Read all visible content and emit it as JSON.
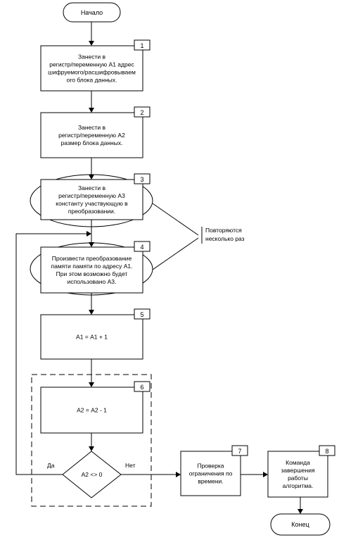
{
  "start_label": "Начало",
  "end_label": "Конец",
  "steps": [
    {
      "num": "1",
      "lines": [
        "Занести  в",
        "регистр/переменную  А1 адрес",
        "шифруемого/расшифровываем",
        "ого блока данных."
      ]
    },
    {
      "num": "2",
      "lines": [
        "Занести  в",
        "регистр/переменную  А2",
        "размер  блока данных."
      ]
    },
    {
      "num": "3",
      "lines": [
        "Занести  в",
        "регистр/переменную  А3",
        "константу участвующую в",
        "преобразовании."
      ]
    },
    {
      "num": "4",
      "lines": [
        "Произвести  преобразование",
        "памяти памяти по  адресу А1.",
        "При этом  возможно будет",
        "использовано А3."
      ]
    },
    {
      "num": "5",
      "lines": [
        "А1  =  А1  +  1"
      ]
    },
    {
      "num": "6",
      "lines": [
        "А2  =  А2  -  1"
      ]
    },
    {
      "num": "7",
      "lines": [
        "Проверка",
        "ограничения по",
        "времени."
      ]
    },
    {
      "num": "8",
      "lines": [
        "Команда",
        "завершения",
        "работы",
        "алгоритма."
      ]
    }
  ],
  "decision": {
    "label": "А2  <>  0",
    "yes": "Да",
    "no": "Нет"
  },
  "repeat_note": [
    "Повторяются",
    "несколько раз"
  ]
}
